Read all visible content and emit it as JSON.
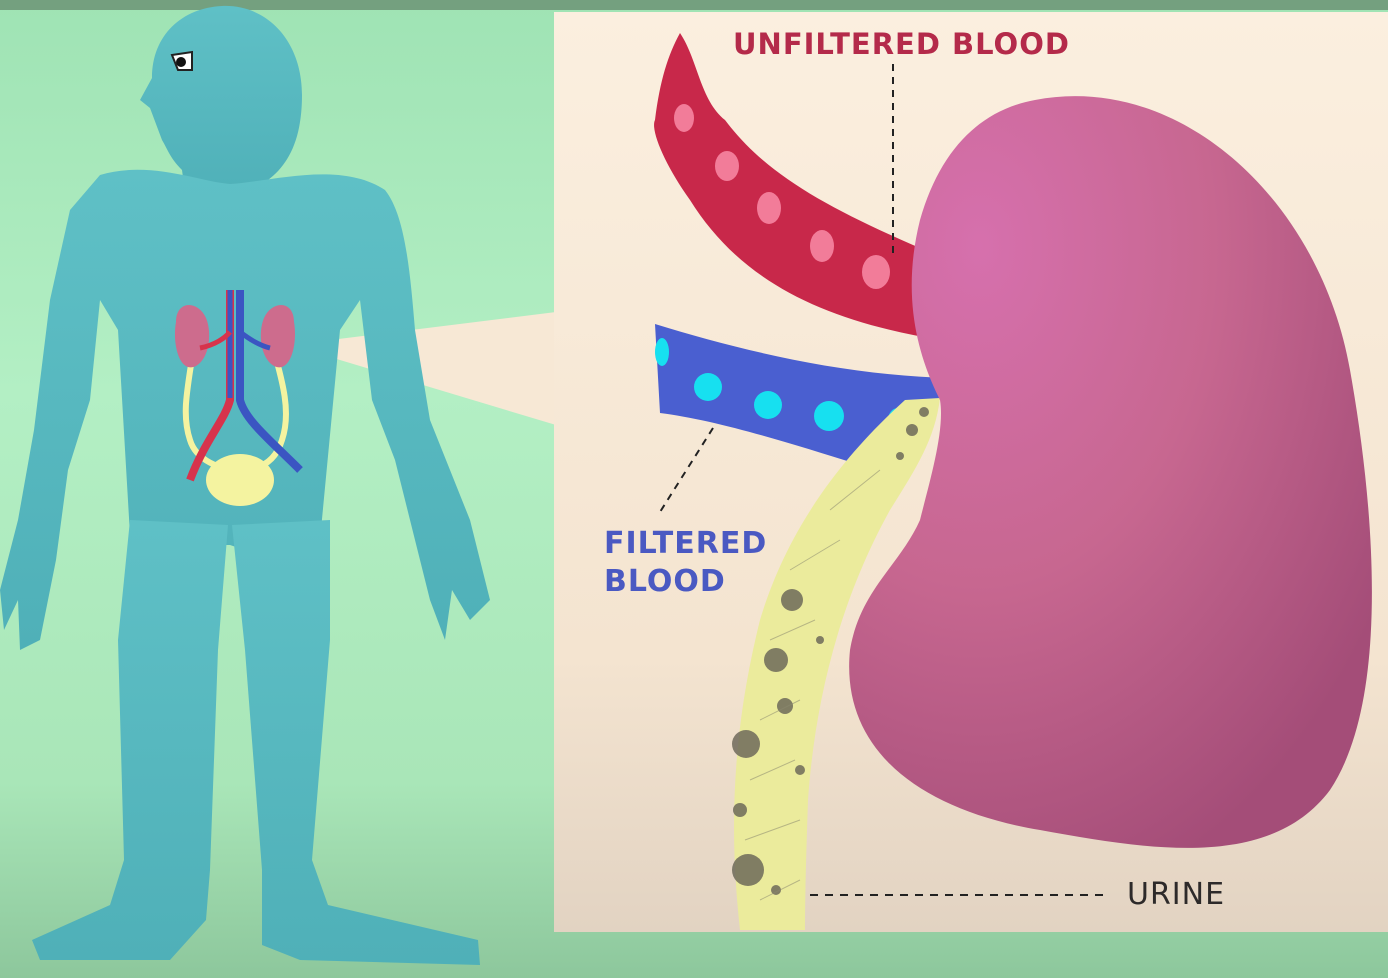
{
  "labels": {
    "unfiltered_blood": "UNFILTERED BLOOD",
    "filtered_blood_line1": "FILTERED",
    "filtered_blood_line2": "BLOOD",
    "urine": "URINE"
  },
  "colors": {
    "background_green": "#aeeec0",
    "panel_cream": "#f8ead8",
    "body_teal": "#5dbdc4",
    "kidney_pink": "#c9668f",
    "unfiltered_blood_red": "#c8284a",
    "filtered_blood_blue": "#4a5fd0",
    "filtered_cell_cyan": "#17e0f0",
    "urine_yellow": "#eded9e",
    "bladder_yellow": "#f4f3a0"
  },
  "icons": {
    "human": "human-figure-icon",
    "kidney": "kidney-icon",
    "bladder": "bladder-icon"
  }
}
